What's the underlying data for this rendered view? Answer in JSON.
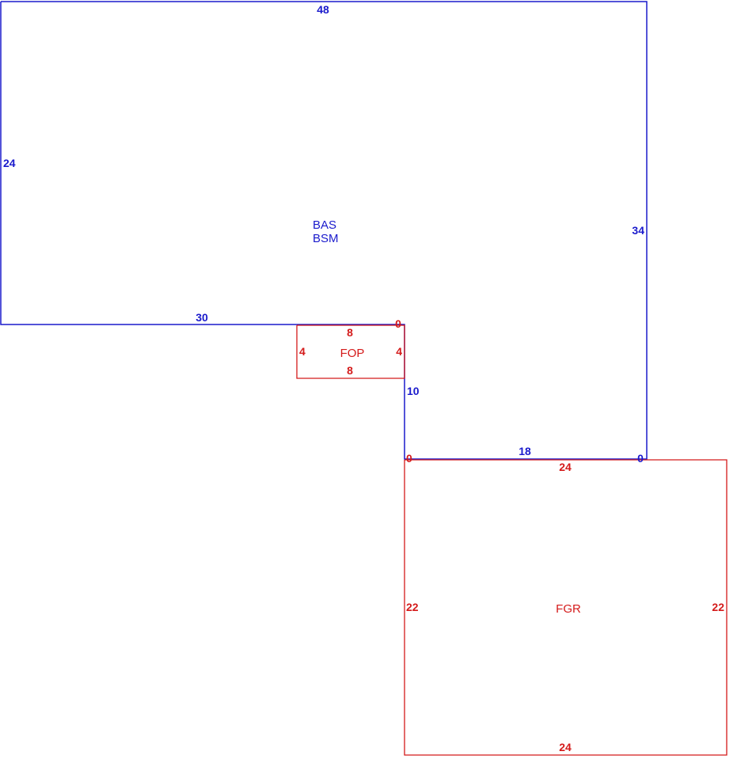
{
  "colors": {
    "main": "#1a1acc",
    "secondary": "#d41a1a"
  },
  "main_area": {
    "codes": [
      "BAS",
      "BSM"
    ],
    "dims": {
      "top": "48",
      "left": "24",
      "lower_left": "30",
      "step": "10",
      "lower_right": "18",
      "right": "34",
      "zero_a": "0",
      "zero_b": "0"
    }
  },
  "porch": {
    "code": "FOP",
    "dims": {
      "top": "8",
      "bottom": "8",
      "left": "4",
      "right": "4"
    }
  },
  "garage": {
    "code": "FGR",
    "dims": {
      "top": "24",
      "bottom": "24",
      "left": "22",
      "right": "22",
      "zero": "0"
    }
  }
}
